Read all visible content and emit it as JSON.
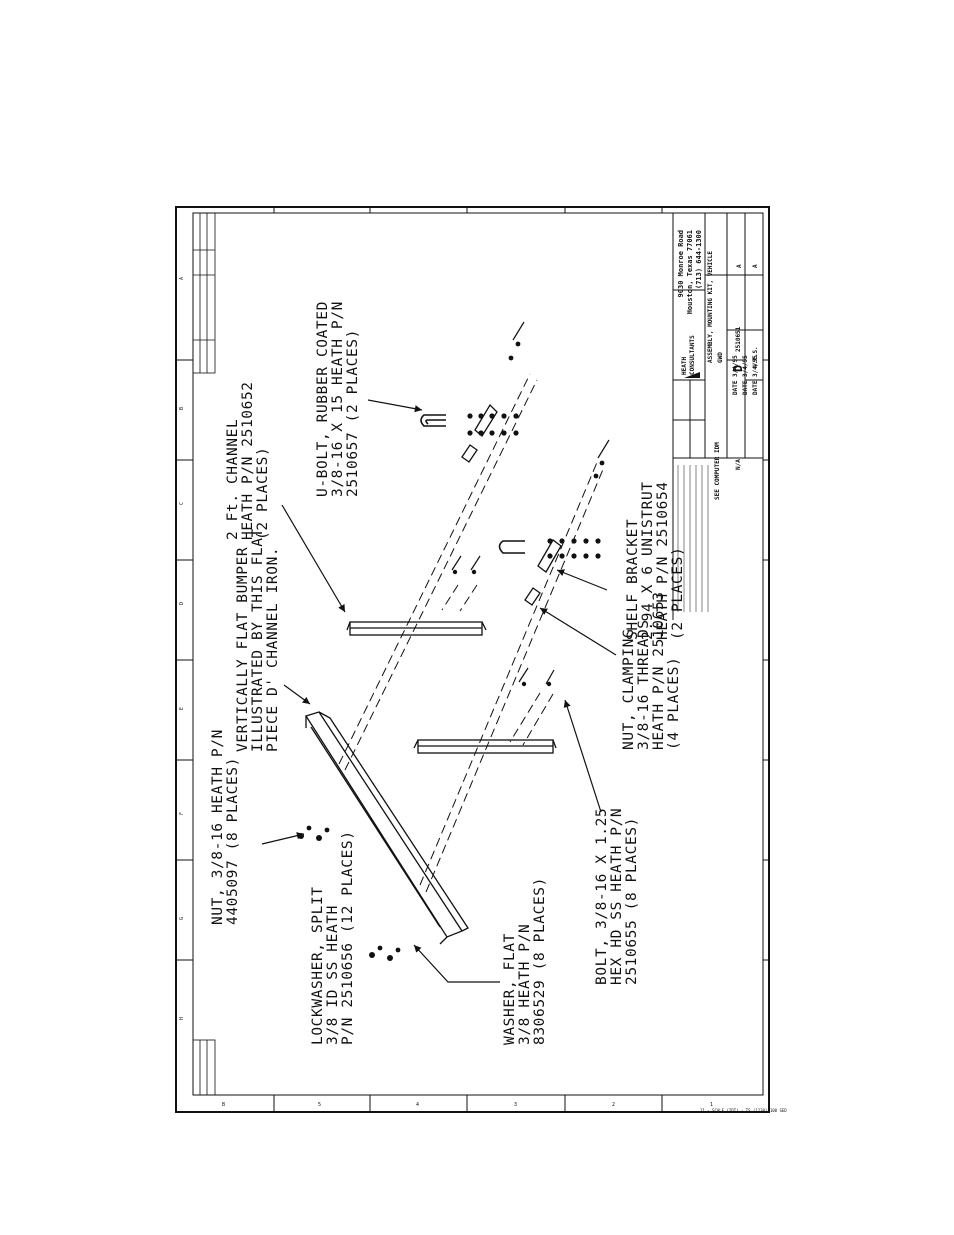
{
  "drawing": {
    "callouts": {
      "nut_clamping": [
        "NUT, CLAMPING",
        "3/8-16 THREADS",
        "HEATH P/N 2510653",
        "(4 PLACES)"
      ],
      "shelf_bracket": [
        "SHELF BRACKET",
        "2.94 X 6 UNISTRUT",
        "HEATH P/N 2510654",
        "(2 PLACES)"
      ],
      "bolt": [
        "BOLT, 3/8-16 X 1.25",
        "HEX HD SS  HEATH P/N",
        "2510655 (8 PLACES)"
      ],
      "washer_flat": [
        "WASHER, FLAT",
        "3/8 HEATH P/N",
        "8306529 (8 PLACES)"
      ],
      "lockwasher": [
        "LOCKWASHER, SPLIT",
        "3/8 ID SS  HEATH",
        "P/N 2510656 (12 PLACES)"
      ],
      "nut": [
        "NUT, 3/8-16   HEATH P/N",
        "4405097 (8 PLACES)"
      ],
      "flat_bumper": [
        "VERTICALLY FLAT BUMPER",
        "ILLUSTRATED BY THIS FLAT",
        "PIECE D' CHANNEL IRON."
      ],
      "channel": [
        "2 Ft. CHANNEL",
        "HEATH P/N 2510652",
        "(2 PLACES)"
      ],
      "ubolt": [
        "U-BOLT, RUBBER COATED",
        "3/8-16 X 15 HEATH P/N",
        "2510657 (2 PLACES)"
      ]
    },
    "title_block": {
      "address": [
        "9030 Monroe Road",
        "Houston, Texas 77061",
        "(713) 644-1300"
      ],
      "company": [
        "HEATH",
        "CONSULTANTS"
      ],
      "title": "ASSEMBLY, MOUNTING KIT, VEHICLE",
      "subtitle": "GWD",
      "size": "D",
      "dwg_no": "2510651",
      "rev": "A",
      "scale": "N.T.S.",
      "used_on": "N/A",
      "finish": "SEE COMPUTER IDM",
      "drawn": "DATE 3/4/95",
      "checked": "DATE 3/4/95",
      "approved": "DATE 3/4/95",
      "revision_no": "2510651"
    },
    "zones": {
      "left_numbers": [
        "B",
        "5",
        "4",
        "3",
        "2",
        "1"
      ],
      "bottom_letters": [
        "A",
        "B",
        "C",
        "D",
        "E",
        "F",
        "G",
        "H"
      ]
    },
    "footer_note": "11 - SCALE (IDT) - TS (1230) 100 SED"
  }
}
